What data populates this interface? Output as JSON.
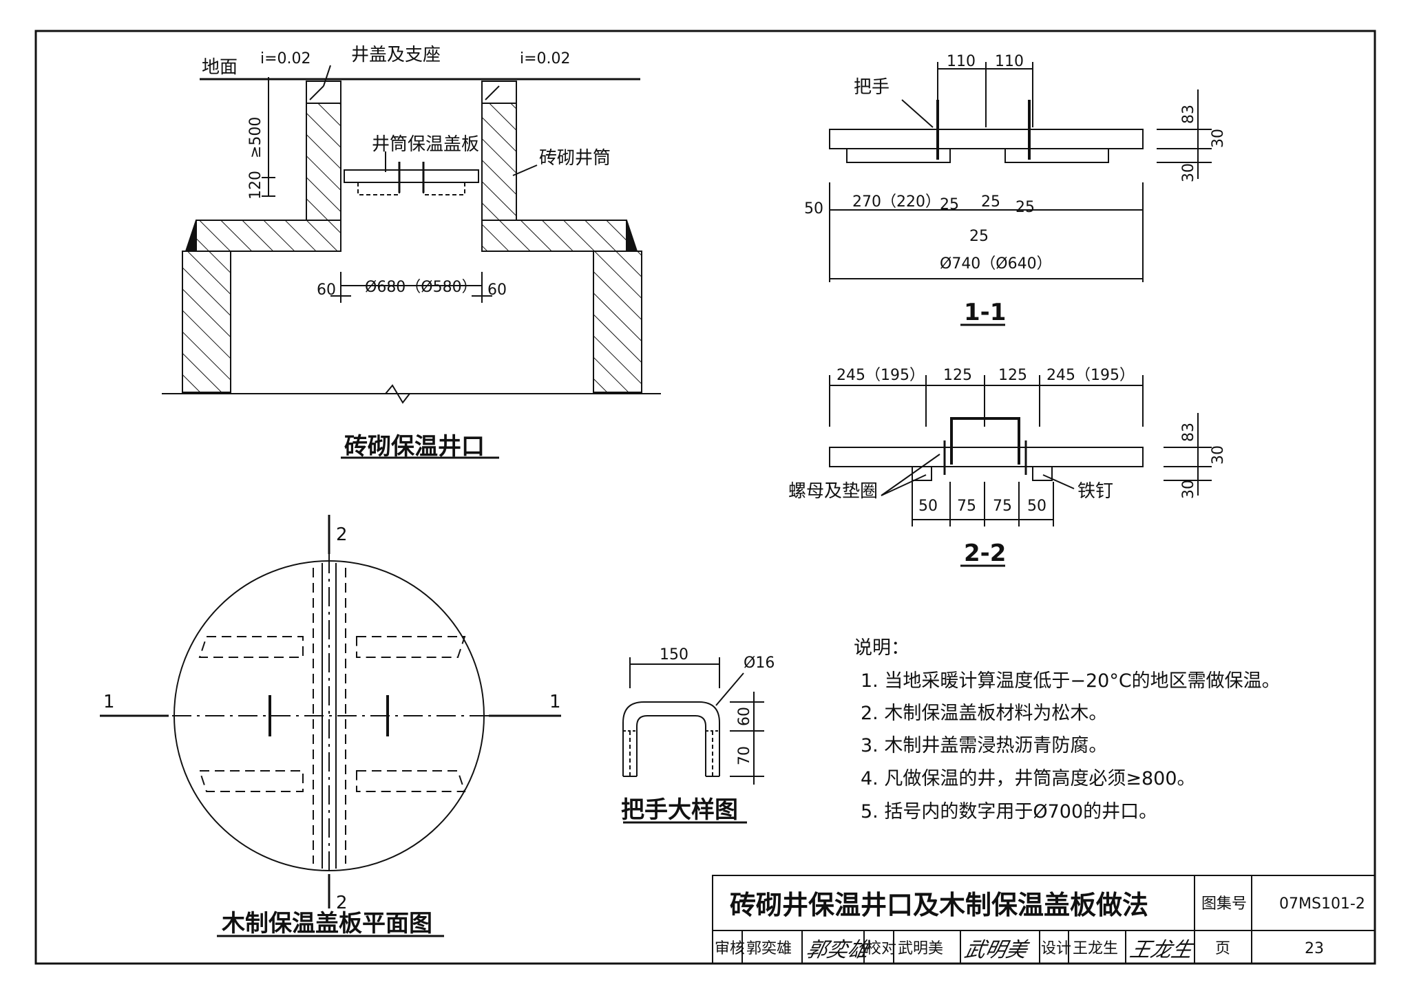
{
  "drawing": {
    "main_title": "砖砌井保温井口及木制保温盖板做法",
    "atlas_label": "图集号",
    "atlas_no": "07MS101-2",
    "page_label": "页",
    "page_no": "23"
  },
  "signoff": {
    "review_label": "审核",
    "reviewer": "郭奕雄",
    "check_label": "校对",
    "checker": "武明美",
    "design_label": "设计",
    "designer": "王龙生"
  },
  "section_view": {
    "caption": "砖砌保温井口",
    "ground": "地面",
    "slope_left": "i=0.02",
    "slope_right": "i=0.02",
    "cover_seat": "井盖及支座",
    "insul_board": "井筒保温盖板",
    "brick_shaft": "砖砌井筒",
    "dim_500": "≥500",
    "dim_120": "120",
    "dim_60_left": "60",
    "dim_680": "Ø680（Ø580）",
    "dim_60_right": "60"
  },
  "section_1_1": {
    "caption": "1-1",
    "handle": "把手",
    "d110a": "110",
    "d110b": "110",
    "d83": "83",
    "d30a": "30",
    "d30b": "30",
    "d50": "50",
    "d270": "270（220）",
    "d25a": "25",
    "d25b": "25",
    "d25c": "25",
    "d25d": "25",
    "d740": "Ø740（Ø640）"
  },
  "section_2_2": {
    "caption": "2-2",
    "d245a": "245（195）",
    "d125a": "125",
    "d125b": "125",
    "d245b": "245（195）",
    "d83": "83",
    "d30a": "30",
    "d30b": "30",
    "nut": "螺母及垫圈",
    "nail": "铁钉",
    "d50a": "50",
    "d75a": "75",
    "d75b": "75",
    "d50b": "50"
  },
  "plan_view": {
    "caption": "木制保温盖板平面图",
    "cut_1_left": "1",
    "cut_1_right": "1",
    "cut_2_top": "2",
    "cut_2_bottom": "2"
  },
  "handle_detail": {
    "caption": "把手大样图",
    "d150": "150",
    "d16": "Ø16",
    "d60": "60",
    "d70": "70"
  },
  "notes": {
    "heading": "说明：",
    "items": [
      "1.  当地采暖计算温度低于−20°C的地区需做保温。",
      "2.  木制保温盖板材料为松木。",
      "3.  木制井盖需浸热沥青防腐。",
      "4.  凡做保温的井，井筒高度必须≥800。",
      "5.  括号内的数字用于Ø700的井口。"
    ]
  }
}
